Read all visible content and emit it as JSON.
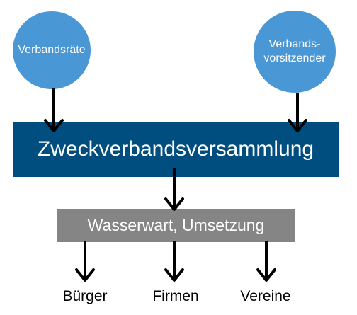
{
  "circles": {
    "left": {
      "label": "Verbandsräte"
    },
    "right": {
      "label": "Verbands-\nvorsitzender"
    }
  },
  "assembly": {
    "label": "Zweckverbandsversammlung"
  },
  "wart": {
    "label": "Wasserwart, Umsetzung"
  },
  "targets": [
    {
      "label": "Bürger"
    },
    {
      "label": "Firmen"
    },
    {
      "label": "Vereine"
    }
  ],
  "colors": {
    "circle": "#4a97d6",
    "assembly": "#004d7f",
    "wart": "#858585",
    "arrow": "#000000"
  }
}
